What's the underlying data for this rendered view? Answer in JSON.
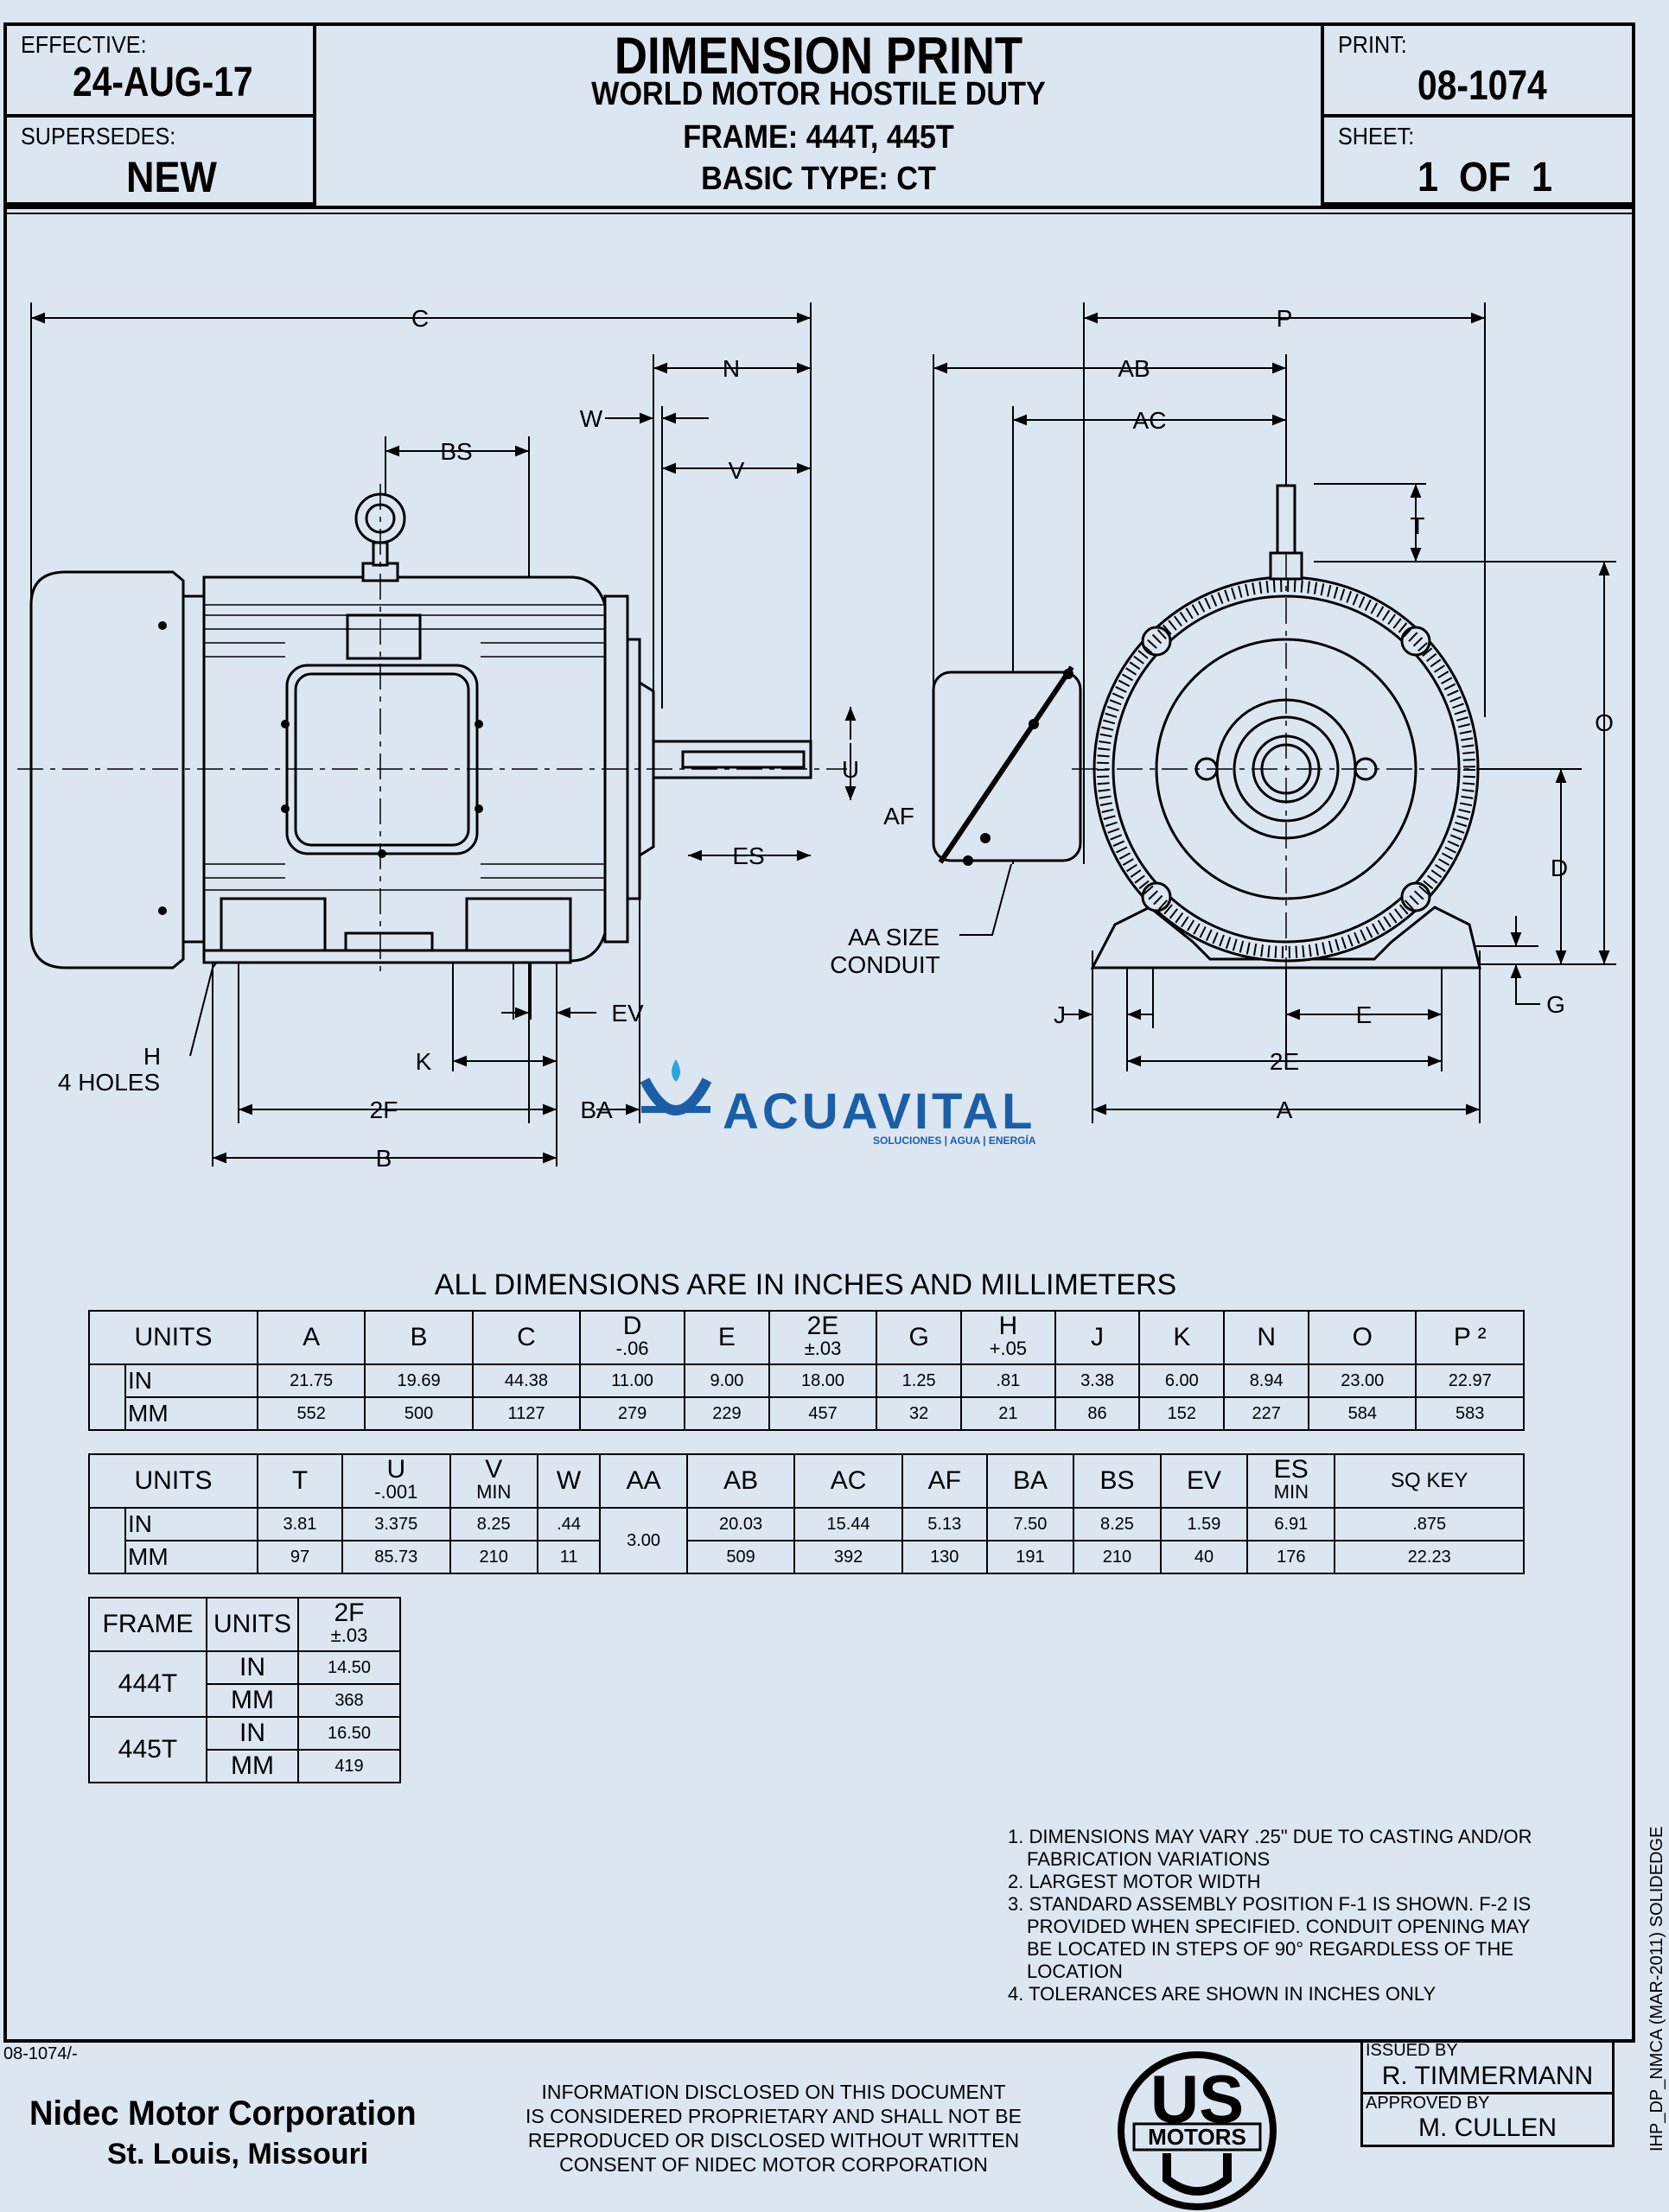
{
  "header": {
    "effective_label": "EFFECTIVE:",
    "effective_value": "24-AUG-17",
    "supersedes_label": "SUPERSEDES:",
    "supersedes_value": "NEW",
    "title": "DIMENSION PRINT",
    "subtitle": "WORLD MOTOR HOSTILE DUTY",
    "frame": "FRAME: 444T, 445T",
    "basic_type": "BASIC TYPE: CT",
    "print_label": "PRINT:",
    "print_value": "08-1074",
    "sheet_label": "SHEET:",
    "sheet_value": "1  OF  1"
  },
  "drawing": {
    "labels": {
      "C": "C",
      "N": "N",
      "W": "W",
      "V": "V",
      "BS": "BS",
      "U": "U",
      "AF": "AF",
      "ES": "ES",
      "EV": "EV",
      "K": "K",
      "H": "H",
      "holes": "4 HOLES",
      "F2": "2F",
      "BA": "BA",
      "B": "B",
      "P": "P",
      "AB": "AB",
      "AC": "AC",
      "T": "T",
      "O": "O",
      "D": "D",
      "G": "G",
      "J": "J",
      "E": "E",
      "E2": "2E",
      "A": "A",
      "aa1": "AA SIZE",
      "aa2": "CONDUIT"
    },
    "watermark": {
      "name": "ACUAVITAL",
      "tagline": "SOLUCIONES | AGUA | ENERGÍA",
      "color": "#1a5ea8"
    }
  },
  "table_title": "ALL DIMENSIONS ARE IN INCHES AND MILLIMETERS",
  "table1": {
    "units_label": "UNITS",
    "headers": [
      {
        "main": "A",
        "sub": ""
      },
      {
        "main": "B",
        "sub": ""
      },
      {
        "main": "C",
        "sub": ""
      },
      {
        "main": "D",
        "sub": "-.06"
      },
      {
        "main": "E",
        "sub": ""
      },
      {
        "main": "2E",
        "sub": "±.03"
      },
      {
        "main": "G",
        "sub": ""
      },
      {
        "main": "H",
        "sub": "+.05"
      },
      {
        "main": "J",
        "sub": ""
      },
      {
        "main": "K",
        "sub": ""
      },
      {
        "main": "N",
        "sub": ""
      },
      {
        "main": "O",
        "sub": ""
      },
      {
        "main": "P ²",
        "sub": ""
      }
    ],
    "rows": [
      {
        "unit": "IN",
        "values": [
          "21.75",
          "19.69",
          "44.38",
          "11.00",
          "9.00",
          "18.00",
          "1.25",
          ".81",
          "3.38",
          "6.00",
          "8.94",
          "23.00",
          "22.97"
        ]
      },
      {
        "unit": "MM",
        "values": [
          "552",
          "500",
          "1127",
          "279",
          "229",
          "457",
          "32",
          "21",
          "86",
          "152",
          "227",
          "584",
          "583"
        ]
      }
    ]
  },
  "table2": {
    "units_label": "UNITS",
    "headers": [
      {
        "main": "T",
        "sub": ""
      },
      {
        "main": "U",
        "sub": "-.001"
      },
      {
        "main": "V",
        "sub": "MIN"
      },
      {
        "main": "W",
        "sub": ""
      },
      {
        "main": "AA",
        "sub": ""
      },
      {
        "main": "AB",
        "sub": ""
      },
      {
        "main": "AC",
        "sub": ""
      },
      {
        "main": "AF",
        "sub": ""
      },
      {
        "main": "BA",
        "sub": ""
      },
      {
        "main": "BS",
        "sub": ""
      },
      {
        "main": "EV",
        "sub": ""
      },
      {
        "main": "ES",
        "sub": "MIN"
      },
      {
        "main": "SQ KEY",
        "sub": ""
      }
    ],
    "aa_value": "3.00",
    "rows": [
      {
        "unit": "IN",
        "values": [
          "3.81",
          "3.375",
          "8.25",
          ".44",
          "20.03",
          "15.44",
          "5.13",
          "7.50",
          "8.25",
          "1.59",
          "6.91",
          ".875"
        ]
      },
      {
        "unit": "MM",
        "values": [
          "97",
          "85.73",
          "210",
          "11",
          "509",
          "392",
          "130",
          "191",
          "210",
          "40",
          "176",
          "22.23"
        ]
      }
    ]
  },
  "table3": {
    "frame_label": "FRAME",
    "units_label": "UNITS",
    "col_main": "2F",
    "col_sub": "±.03",
    "frames": [
      {
        "frame": "444T",
        "in": "14.50",
        "mm": "368"
      },
      {
        "frame": "445T",
        "in": "16.50",
        "mm": "419"
      }
    ],
    "in_label": "IN",
    "mm_label": "MM"
  },
  "notes": [
    "1. DIMENSIONS MAY VARY .25\" DUE TO CASTING AND/OR",
    "FABRICATION VARIATIONS",
    "2. LARGEST MOTOR WIDTH",
    "3. STANDARD ASSEMBLY POSITION F-1 IS SHOWN.  F-2 IS",
    "PROVIDED WHEN SPECIFIED.  CONDUIT OPENING MAY",
    "BE LOCATED IN STEPS OF 90° REGARDLESS OF THE",
    "LOCATION",
    "4. TOLERANCES ARE SHOWN IN INCHES ONLY"
  ],
  "footer": {
    "doc_ref": "08-1074/-",
    "company": "Nidec Motor Corporation",
    "city": "St. Louis, Missouri",
    "disclaimer": [
      "INFORMATION DISCLOSED ON THIS DOCUMENT",
      "IS CONSIDERED PROPRIETARY AND SHALL NOT BE",
      "REPRODUCED OR DISCLOSED WITHOUT WRITTEN",
      "CONSENT OF NIDEC MOTOR CORPORATION"
    ],
    "logo_top": "US",
    "logo_mid": "MOTORS",
    "issued_label": "ISSUED BY",
    "issued_value": "R. TIMMERMANN",
    "approved_label": "APPROVED BY",
    "approved_value": "M. CULLEN",
    "side_text": "IHP_DP_NMCA (MAR-2011) SOLIDEDGE"
  }
}
